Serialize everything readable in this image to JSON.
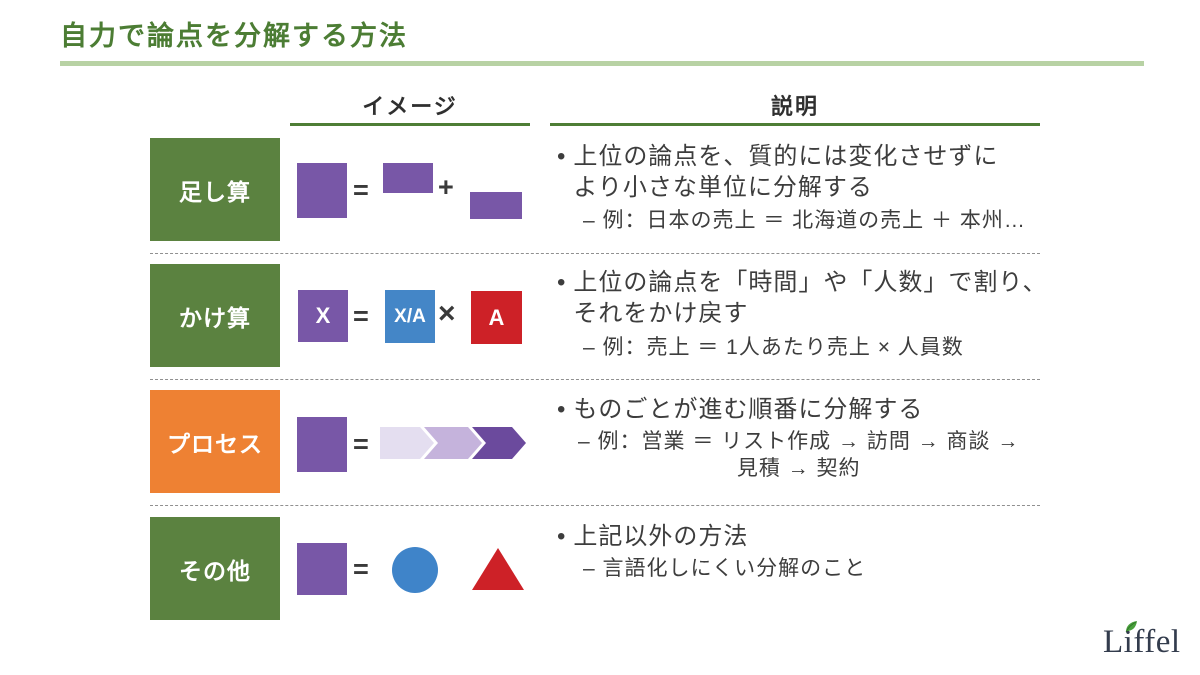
{
  "title": "自力で論点を分解する方法",
  "glyphs": {
    "bullet": "•",
    "equals": "=",
    "plus": "+",
    "times": "×"
  },
  "table": {
    "headers": {
      "image": "イメージ",
      "description": "説明"
    },
    "rows": [
      {
        "label": "足し算",
        "description": "上位の論点を、質的には変化させずに\nより小さな単位に分解する",
        "example": "– 例：日本の売上 ＝ 北海道の売上 ＋ 本州…"
      },
      {
        "label": "かけ算",
        "diagram": {
          "left": "X",
          "middle": "X/A",
          "right": "A"
        },
        "description": "上位の論点を「時間」や「人数」で割り、\nそれをかけ戻す",
        "example": "– 例：売上 ＝ 1人あたり売上 × 人員数"
      },
      {
        "label": "プロセス",
        "description": "ものごとが進む順番に分解する",
        "example": "– 例：営業 ＝ リスト作成 → 訪問 → 商談 →\n見積 → 契約"
      },
      {
        "label": "その他",
        "description": "上記以外の方法",
        "example": "– 言語化しにくい分解のこと"
      }
    ]
  },
  "logo": {
    "text": "Liffel"
  },
  "colors": {
    "title_green": "#4c7d34",
    "title_underline": "#b8d2a4",
    "header_underline": "#4e7e35",
    "label_green": "#5b8240",
    "label_orange": "#ee8133",
    "shape_purple": "#7857a7",
    "shape_blue": "#4486c7",
    "shape_red": "#cd2127",
    "chevron_light": "#e4def0",
    "chevron_mid": "#c5b3dc",
    "chevron_dark": "#6b4a9d",
    "logo_navy": "#333c4d",
    "logo_leaf": "#49a03c"
  }
}
